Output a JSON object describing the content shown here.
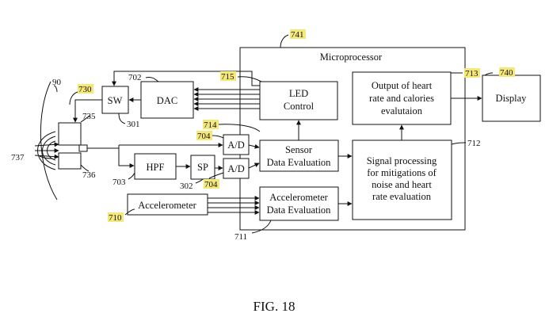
{
  "figure": {
    "caption": "FIG. 18"
  },
  "blocks": {
    "microprocessor": "Microprocessor",
    "sw": "SW",
    "dac": "DAC",
    "led_control": [
      "LED",
      "Control"
    ],
    "sensor_eval": [
      "Sensor",
      "Data Evaluation"
    ],
    "accel_eval": [
      "Accelerometer",
      "Data Evaluation"
    ],
    "signal_proc": [
      "Signal processing",
      "for mitigations of",
      "noise and heart",
      "rate evaluation"
    ],
    "output": [
      "Output of heart",
      "rate and calories",
      "evalutaion"
    ],
    "display": "Display",
    "hpf": "HPF",
    "sp": "SP",
    "ad": "A/D",
    "accelerometer": "Accelerometer"
  },
  "refs": {
    "r90": "90",
    "r730": "730",
    "r735": "735",
    "r736": "736",
    "r737": "737",
    "r702": "702",
    "r301": "301",
    "r715": "715",
    "r741": "741",
    "r713": "713",
    "r740": "740",
    "r714": "714",
    "r704a": "704",
    "r704b": "704",
    "r703": "703",
    "r302": "302",
    "r710": "710",
    "r711": "711",
    "r712": "712"
  },
  "colors": {
    "ref_highlight": "#f5e87a",
    "line": "#111111"
  }
}
